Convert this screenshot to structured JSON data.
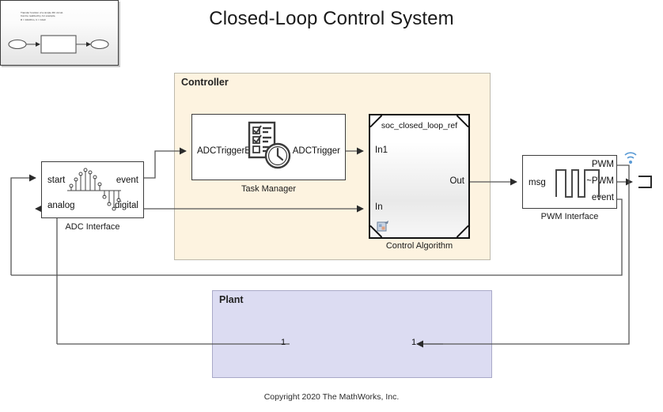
{
  "page": {
    "title": "Closed-Loop Control System",
    "copyright": "Copyright 2020 The MathWorks, Inc.",
    "background": "#ffffff"
  },
  "colors": {
    "controller_fill": "#fdf3e0",
    "controller_border": "#bdb9ac",
    "plant_fill": "#dcdcf2",
    "plant_border": "#a9a9c8",
    "block_border": "#3d3d3d",
    "wire": "#4d4d4d",
    "wireless_accent": "#5b9bd5"
  },
  "regions": [
    {
      "name": "controller",
      "label": "Controller"
    },
    {
      "name": "plant",
      "label": "Plant"
    }
  ],
  "blocks": {
    "adc_interface": {
      "caption": "ADC Interface",
      "inputs": [
        "start",
        "analog"
      ],
      "outputs": [
        "event",
        "digital"
      ],
      "icon": "sampled-sine-stem-plot-icon"
    },
    "task_manager": {
      "caption": "Task Manager",
      "inputs": [
        "ADCTriggerEvent"
      ],
      "outputs": [
        "ADCTrigger"
      ],
      "icon": "checklist-clock-icon"
    },
    "control_algorithm": {
      "caption": "Control Algorithm",
      "model_name": "soc_closed_loop_ref",
      "inputs": [
        "In1",
        "In"
      ],
      "outputs": [
        "Out"
      ],
      "icon": "model-reference-icon"
    },
    "pwm_interface": {
      "caption": "PWM Interface",
      "inputs": [
        "msg"
      ],
      "outputs": [
        "PWM",
        "~PWM",
        "event"
      ],
      "icon": "pwm-square-wave-icon",
      "badge_icon": "wireless-signal-icon"
    },
    "plant_subsystem": {
      "left_port_number": "1",
      "right_port_number": "1",
      "note_lines": [
        "Transfer function of a simple RC circuit.",
        "Can be realized by, for example,",
        "R = 10kOhm, C = 10uF"
      ],
      "icon": "transfer-function-subsystem-icon"
    },
    "terminator": {
      "icon": "terminator-icon"
    }
  }
}
